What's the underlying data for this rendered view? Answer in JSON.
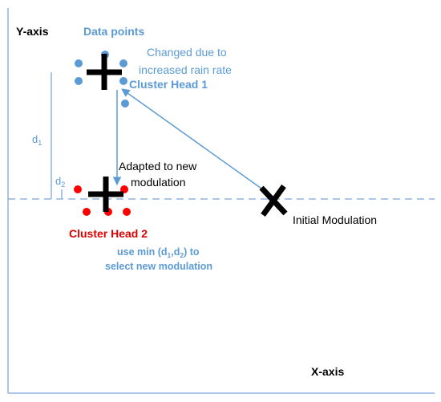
{
  "labels": {
    "y_axis": "Y-axis",
    "x_axis": "X-axis",
    "data_points": "Data points",
    "changed_line1": "Changed due to",
    "changed_line2": "increased rain rate",
    "cluster_head_1": "Cluster Head 1",
    "cluster_head_2": "Cluster Head 2",
    "adapted_line1": "Adapted to  new",
    "adapted_line2": "modulation",
    "initial_modulation": "Initial Modulation",
    "d1": "d",
    "d1_sub": "1",
    "d2": "d",
    "d2_sub": "2",
    "note_line1_pre": "use min (d",
    "note_line1_sub1": "1",
    "note_line1_mid": ",d",
    "note_line1_sub2": "2",
    "note_line1_post": ") to",
    "note_line2": "select new modulation"
  },
  "colors": {
    "blue_points": "#5b9bd5",
    "blue_text": "#5b9bd5",
    "red_points": "#ff0000",
    "red_text": "#e00000",
    "axis": "#8eb4e3",
    "arrow": "#5b9bd5",
    "marker": "#000000",
    "text_dark": "#000000"
  }
}
